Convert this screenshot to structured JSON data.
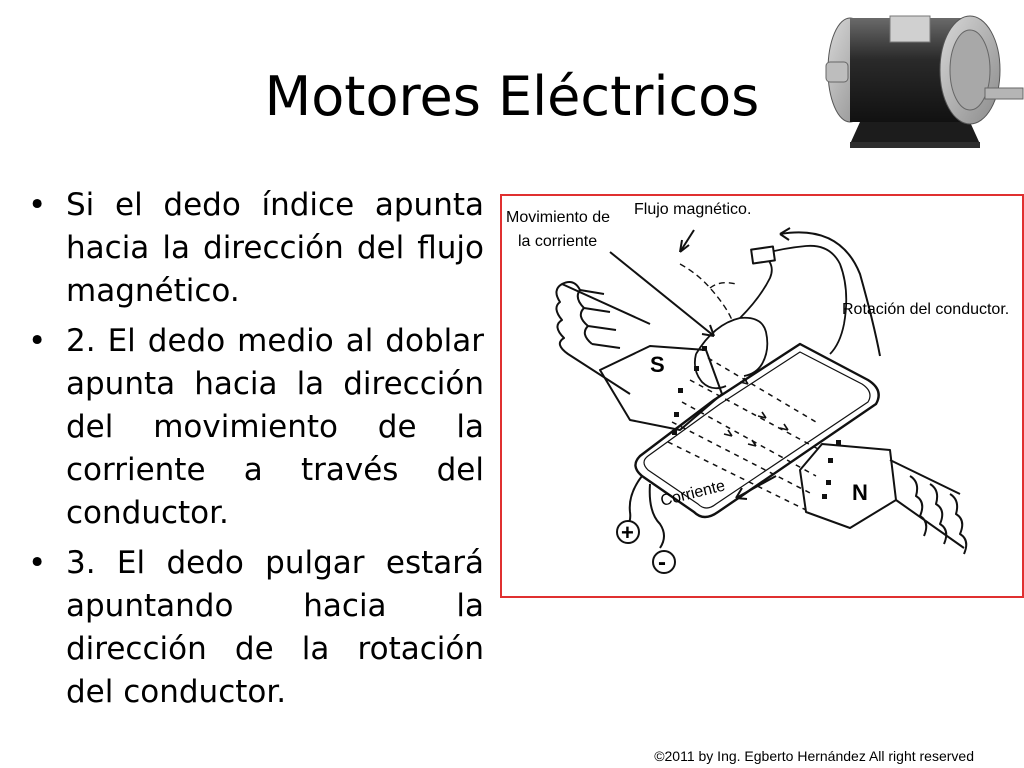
{
  "slide": {
    "title": "Motores Eléctricos",
    "bullets": [
      {
        "marker": "•",
        "text": "Si el dedo índice apunta hacia la dirección del flujo magnético."
      },
      {
        "marker": "•",
        "text": "2. El dedo medio al doblar apunta hacia la dirección del movimiento de la corriente a través del conductor."
      },
      {
        "marker": "•",
        "text": "3. El dedo pulgar estará apuntando hacia la dirección de la rotación del conductor."
      }
    ],
    "footer": "©2011 by Ing. Egberto Hernández All right reserved"
  },
  "diagram": {
    "labels": {
      "movement_line1": "Movimiento de",
      "movement_line2": "la corriente",
      "flux": "Flujo magnético.",
      "rotation": "Rotación del conductor.",
      "current": "Corriente",
      "south": "S",
      "north": "N",
      "plus": "+",
      "minus": "-"
    },
    "colors": {
      "frame": "#e03030",
      "ink": "#111111"
    }
  }
}
